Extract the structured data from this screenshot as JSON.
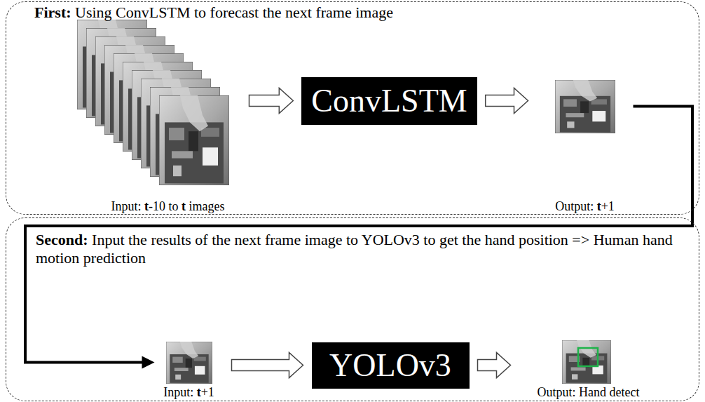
{
  "diagram": {
    "nodes": [
      {
        "text": [
          "First: Using ConvLSTM to forecast the next frame image"
        ]
      },
      {
        "text": [
          "Input: t-10 to t images"
        ],
        "in": 0
      },
      {
        "text": [
          "ConvLSTM"
        ],
        "in": 0
      },
      {
        "text": [
          "Output: t+1"
        ],
        "in": 0
      },
      {
        "text": [
          "Second: Input the results of the next frame image to YOLOv3 to get the hand position => Human hand motion prediction"
        ]
      },
      {
        "text": [
          "Input: t+1"
        ],
        "in": 4
      },
      {
        "text": [
          "YOLOv3"
        ],
        "in": 4
      },
      {
        "text": [
          "Output: Hand detect"
        ],
        "in": 4
      }
    ],
    "edges": [
      {
        "from": 1,
        "to": 2,
        "arrow": "to"
      },
      {
        "from": 2,
        "to": 3,
        "arrow": "to"
      },
      {
        "from": 3,
        "to": 5,
        "arrow": "to"
      },
      {
        "from": 5,
        "to": 6,
        "arrow": "to"
      },
      {
        "from": 6,
        "to": 7,
        "arrow": "to"
      }
    ]
  }
}
